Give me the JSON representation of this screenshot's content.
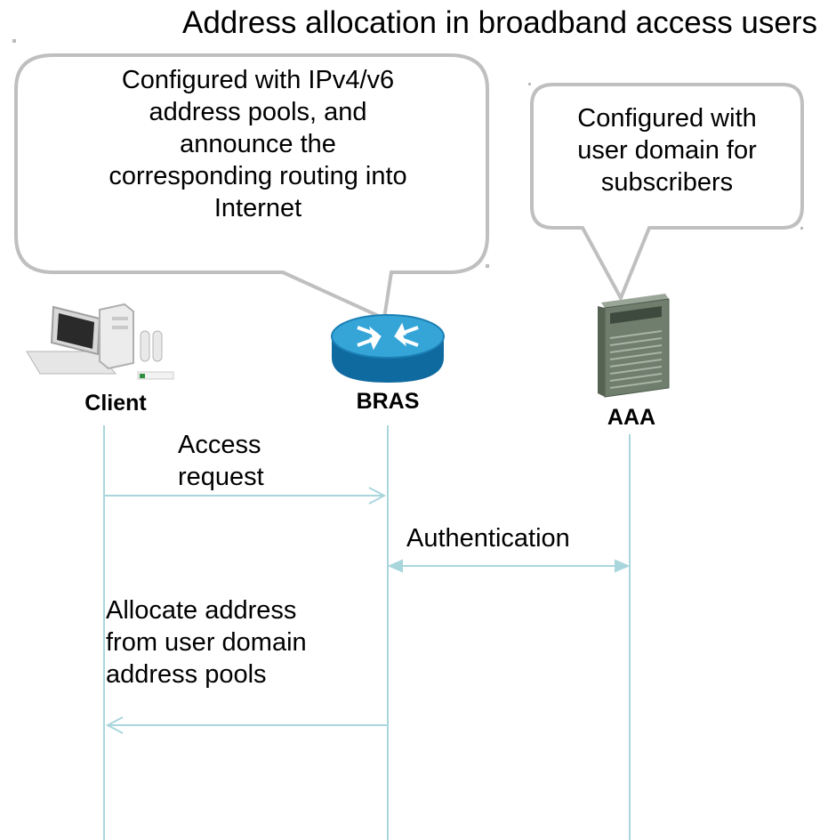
{
  "title": "Address allocation in broadband access users",
  "callouts": {
    "bras_note": [
      "Configured with IPv4/v6",
      "address pools, and",
      "announce the",
      "corresponding routing into",
      "Internet"
    ],
    "aaa_note": [
      "Configured with",
      "user domain for",
      "subscribers"
    ]
  },
  "actors": {
    "client": "Client",
    "bras": "BRAS",
    "aaa": "AAA"
  },
  "messages": {
    "access_request": [
      "Access",
      "request"
    ],
    "authentication": "Authentication",
    "allocate": [
      "Allocate address",
      "from user domain",
      "address pools"
    ]
  },
  "colors": {
    "lifeline": "#a9d6dd",
    "bubble_border": "#bfbfbf",
    "router": "#1a8fc9",
    "server": "#7a8a78"
  },
  "icons": [
    "computer-icon",
    "router-icon",
    "server-icon"
  ]
}
